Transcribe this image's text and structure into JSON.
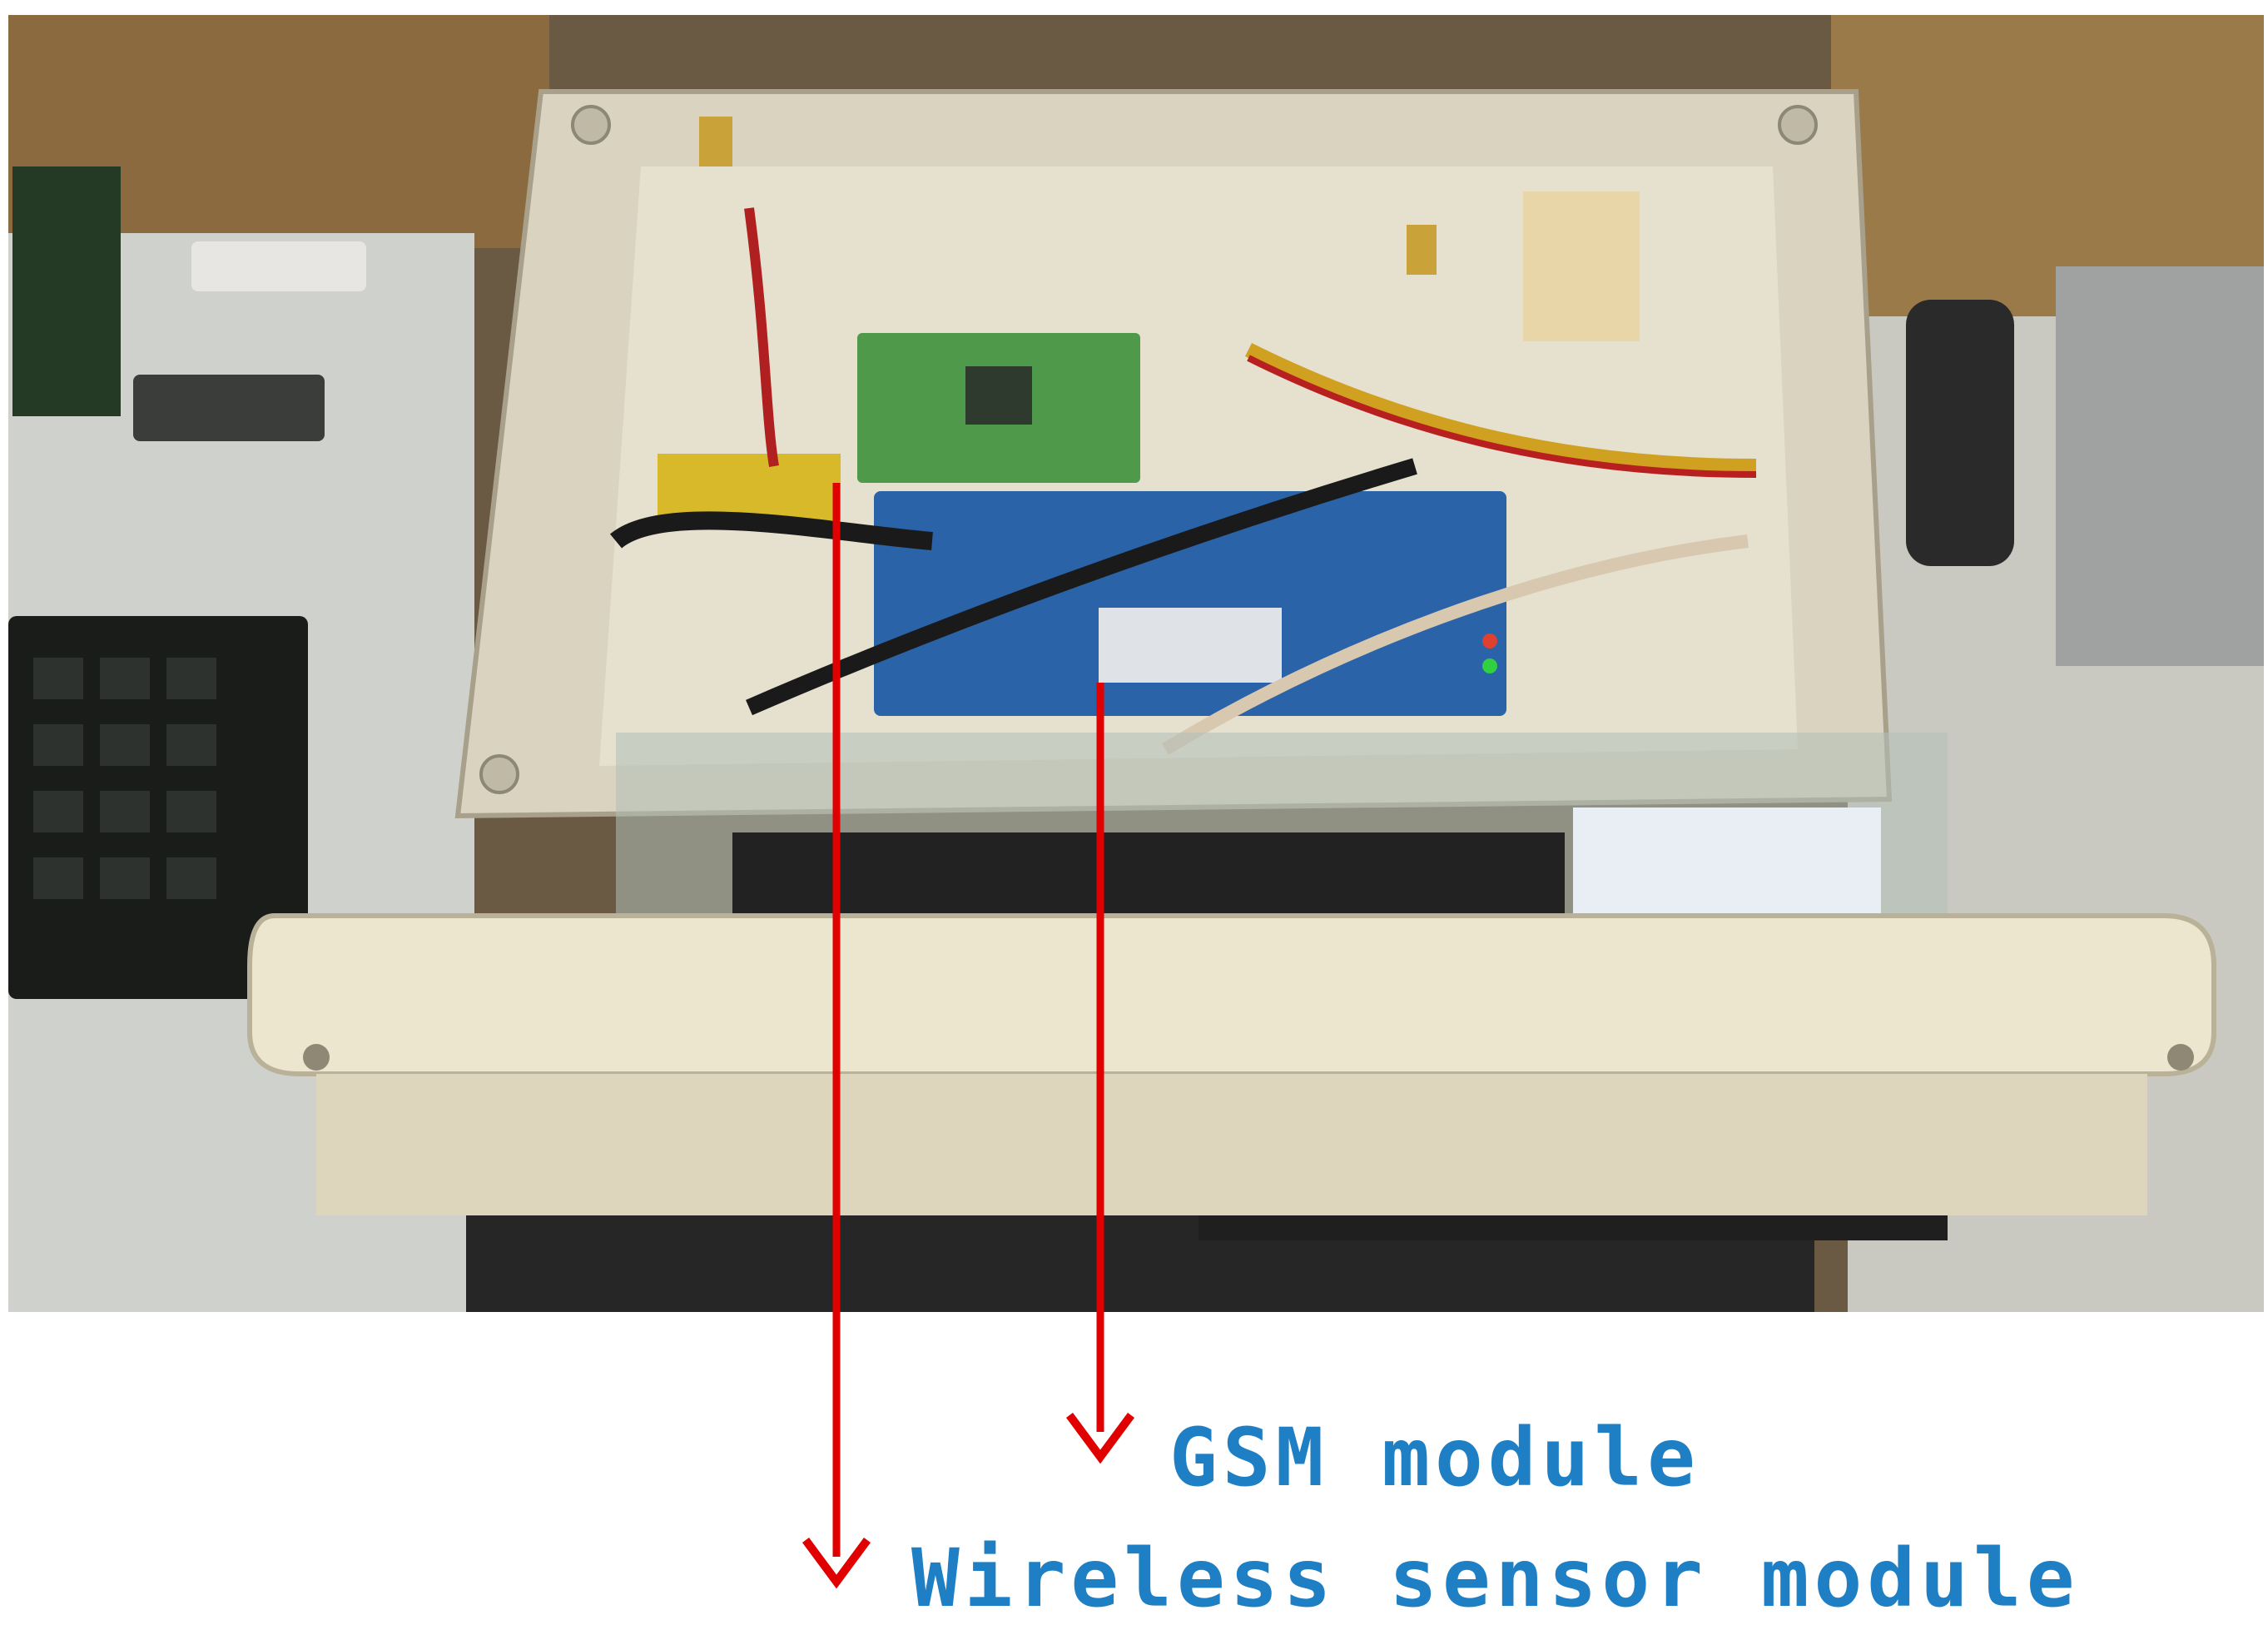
{
  "photo": {
    "subject": "open enclosure with electronics"
  },
  "annotations": {
    "gsm": "GSM module",
    "wireless": "Wireless sensor module"
  },
  "colors": {
    "label_text": "#1f7fc4",
    "arrow": "#e00000"
  }
}
